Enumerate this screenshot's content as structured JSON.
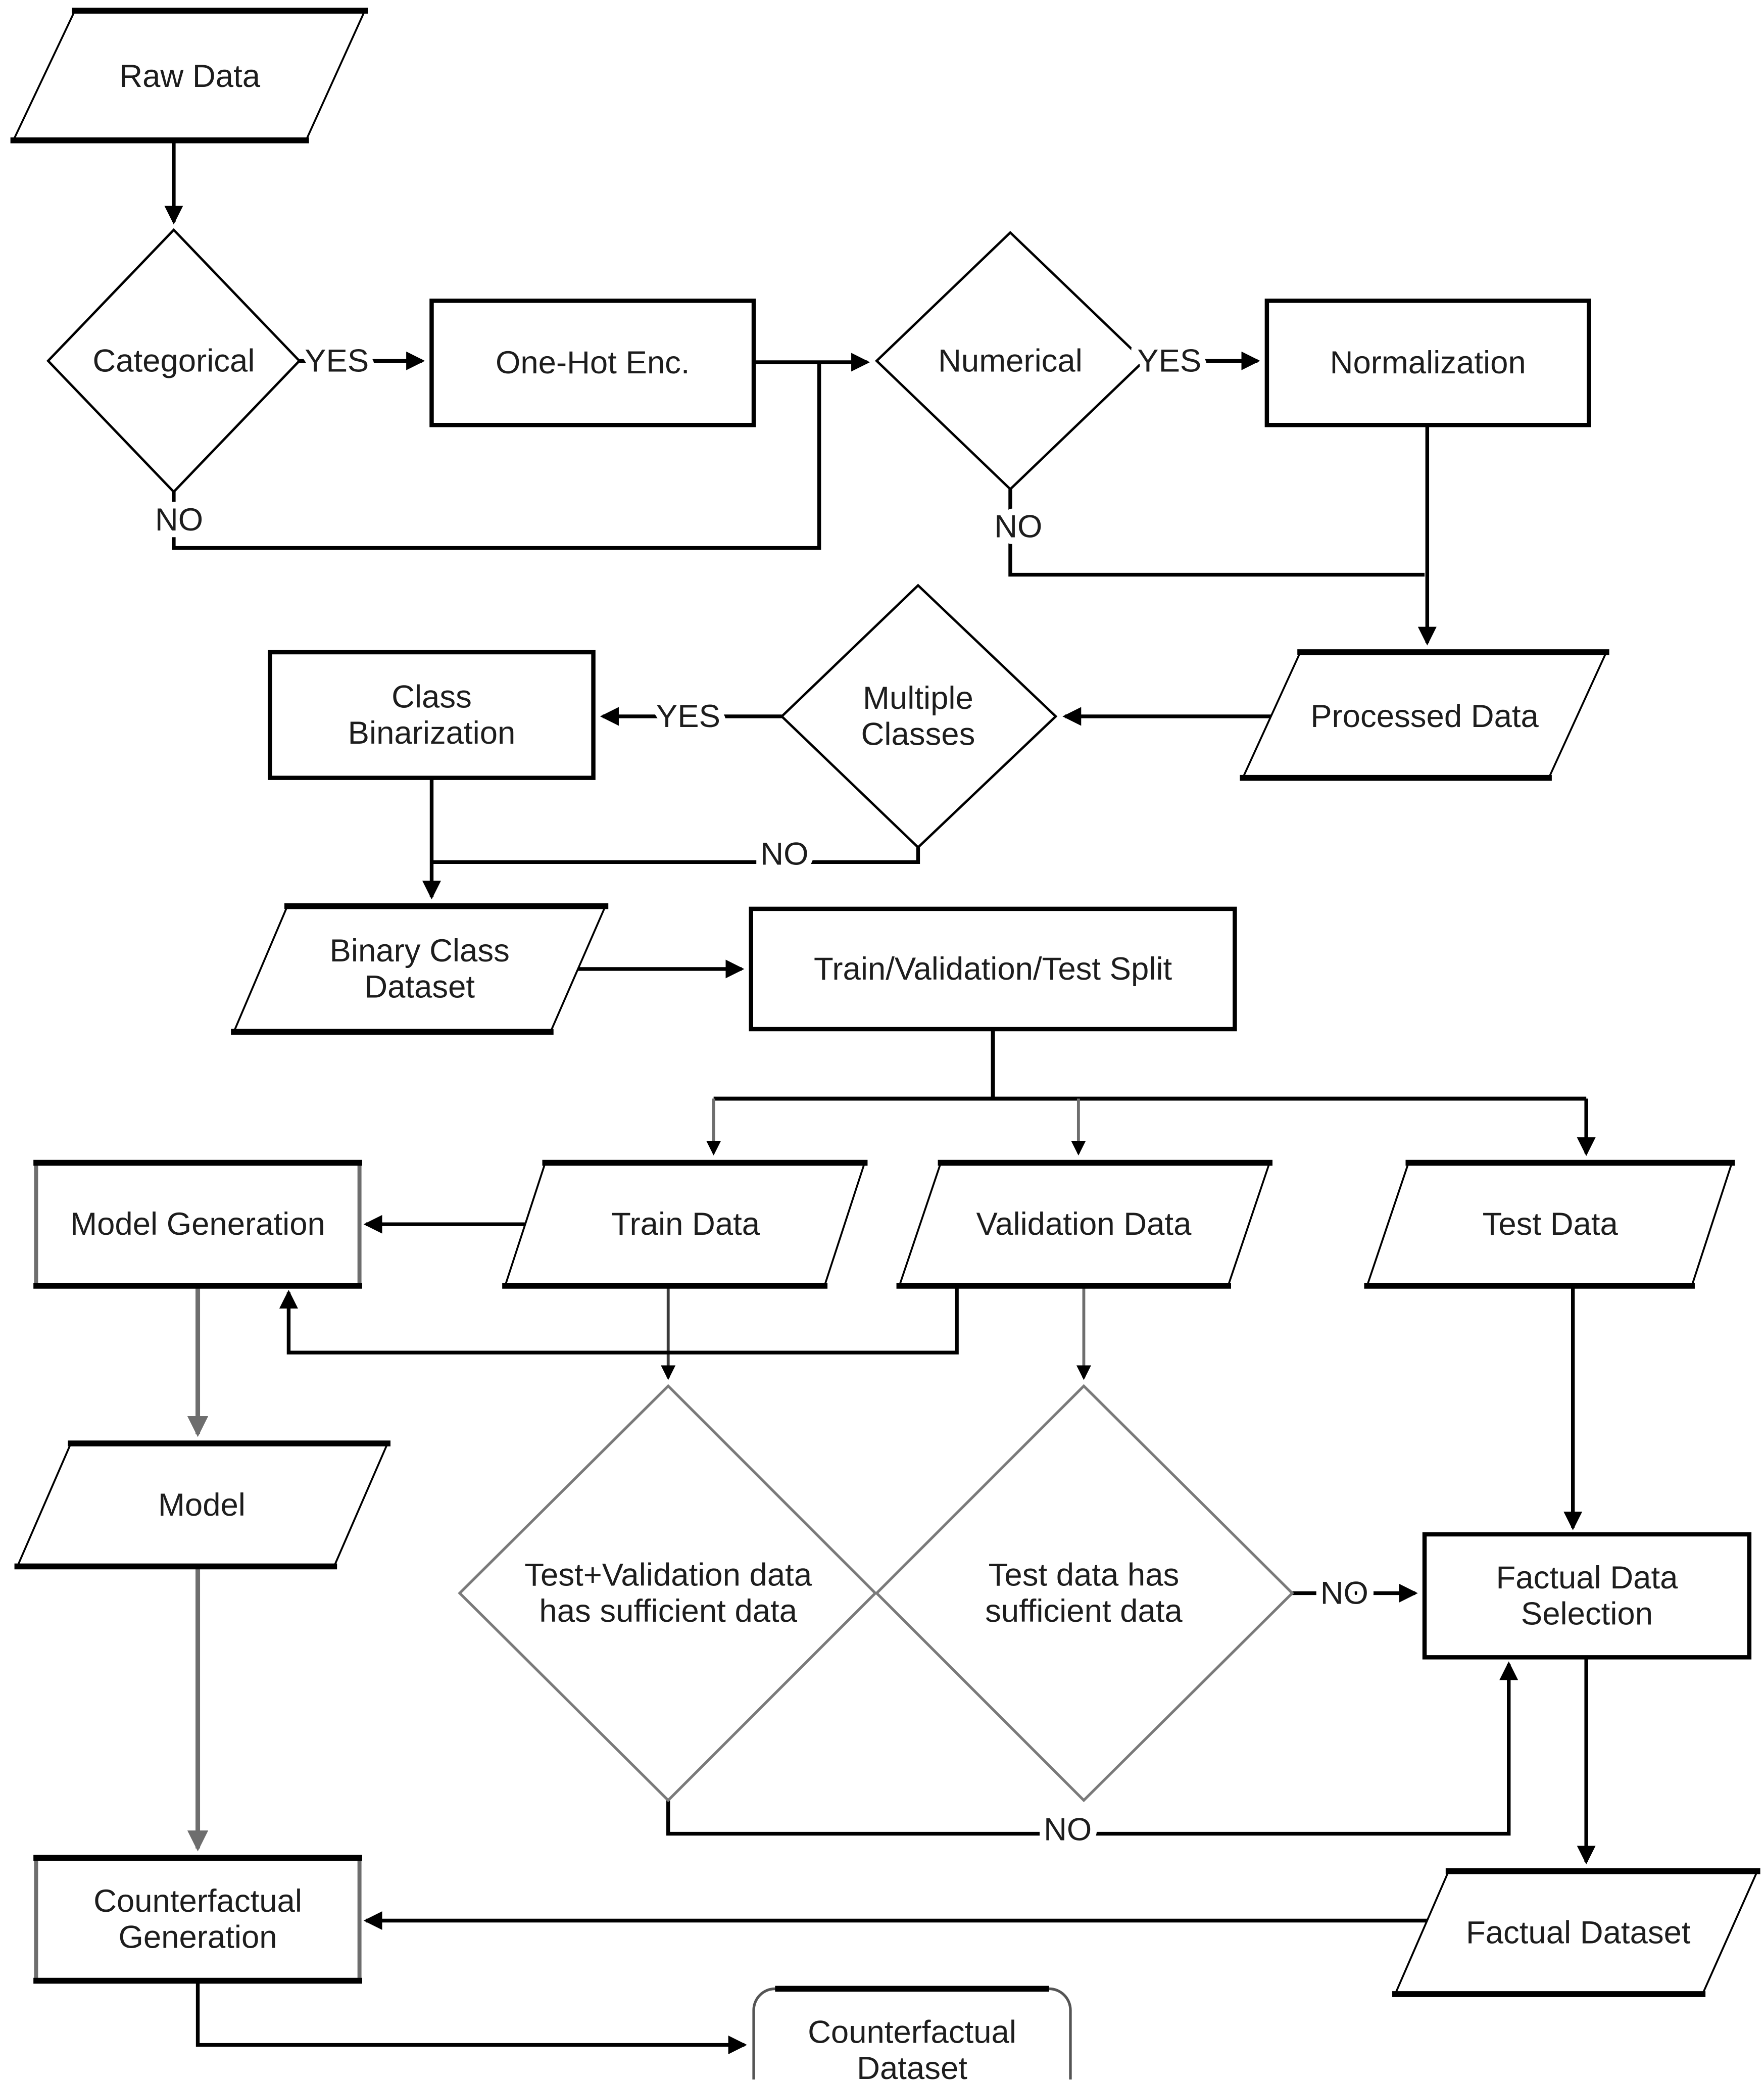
{
  "figure": {
    "background": "#ffffff",
    "line_color": "#000000",
    "muted_color": "#6e6e6e",
    "thin_dark_color": "#3a3a3a",
    "text_color": "#1d1d1d",
    "label_halo": "#ffffff"
  },
  "diagram": {
    "nodes": [
      {
        "id": "raw-data",
        "shape": "parallelogram",
        "lines": [
          "Raw Data"
        ]
      },
      {
        "id": "categorical",
        "shape": "diamond",
        "lines": [
          "Categorical"
        ]
      },
      {
        "id": "one-hot-enc",
        "shape": "rect",
        "lines": [
          "One-Hot Enc."
        ]
      },
      {
        "id": "numerical",
        "shape": "diamond",
        "lines": [
          "Numerical"
        ]
      },
      {
        "id": "normalization",
        "shape": "rect",
        "lines": [
          "Normalization"
        ]
      },
      {
        "id": "processed-data",
        "shape": "parallelogram",
        "lines": [
          "Processed Data"
        ]
      },
      {
        "id": "multiple-classes",
        "shape": "diamond",
        "lines": [
          "Multiple",
          "Classes"
        ]
      },
      {
        "id": "class-binarization",
        "shape": "rect",
        "lines": [
          "Class",
          "Binarization"
        ]
      },
      {
        "id": "binary-class-dataset",
        "shape": "parallelogram",
        "lines": [
          "Binary Class",
          "Dataset"
        ]
      },
      {
        "id": "train-validation-test-split",
        "shape": "rect",
        "lines": [
          "Train/Validation/Test Split"
        ]
      },
      {
        "id": "train-data",
        "shape": "parallelogram",
        "lines": [
          "Train Data"
        ]
      },
      {
        "id": "validation-data",
        "shape": "parallelogram",
        "lines": [
          "Validation Data"
        ]
      },
      {
        "id": "test-data",
        "shape": "parallelogram",
        "lines": [
          "Test Data"
        ]
      },
      {
        "id": "model-generation",
        "shape": "rect",
        "lines": [
          "Model Generation"
        ]
      },
      {
        "id": "model",
        "shape": "parallelogram",
        "lines": [
          "Model"
        ]
      },
      {
        "id": "test-validation-sufficient",
        "shape": "diamond",
        "lines": [
          "Test+Validation data",
          "has sufficient data"
        ]
      },
      {
        "id": "test-data-sufficient",
        "shape": "diamond",
        "lines": [
          "Test data has",
          "sufficient data"
        ]
      },
      {
        "id": "factual-data-selection",
        "shape": "rect",
        "lines": [
          "Factual Data",
          "Selection"
        ]
      },
      {
        "id": "factual-dataset",
        "shape": "parallelogram",
        "lines": [
          "Factual Dataset"
        ]
      },
      {
        "id": "counterfactual-generation",
        "shape": "rect",
        "lines": [
          "Counterfactual",
          "Generation"
        ]
      },
      {
        "id": "counterfactual-dataset",
        "shape": "rounded-rect",
        "lines": [
          "Counterfactual",
          "Dataset"
        ]
      }
    ],
    "edges": [
      {
        "id": "raw-data-to-categorical",
        "label": ""
      },
      {
        "id": "categorical-yes",
        "label": "YES"
      },
      {
        "id": "categorical-no",
        "label": "NO"
      },
      {
        "id": "one-hot-to-numerical",
        "label": ""
      },
      {
        "id": "numerical-yes",
        "label": "YES"
      },
      {
        "id": "numerical-no",
        "label": "NO"
      },
      {
        "id": "normalization-to-processed",
        "label": ""
      },
      {
        "id": "processed-to-multiple-classes",
        "label": ""
      },
      {
        "id": "multiple-classes-yes",
        "label": "YES"
      },
      {
        "id": "multiple-classes-no",
        "label": "NO"
      },
      {
        "id": "class-binarization-to-binary-dataset",
        "label": ""
      },
      {
        "id": "binary-dataset-to-split",
        "label": ""
      },
      {
        "id": "split-fanout",
        "label": ""
      },
      {
        "id": "fanout-to-train-data",
        "label": ""
      },
      {
        "id": "fanout-to-validation-data",
        "label": ""
      },
      {
        "id": "fanout-to-test-data",
        "label": ""
      },
      {
        "id": "train-data-to-model-generation",
        "label": ""
      },
      {
        "id": "train-data-to-tv-diamond",
        "label": ""
      },
      {
        "id": "validation-data-to-test-diamond",
        "label": ""
      },
      {
        "id": "validation-data-to-model-generation",
        "label": ""
      },
      {
        "id": "test-data-to-factual-selection",
        "label": ""
      },
      {
        "id": "test-diamond-no",
        "label": "NO"
      },
      {
        "id": "tv-diamond-no",
        "label": "NO"
      },
      {
        "id": "factual-selection-to-factual-dataset",
        "label": ""
      },
      {
        "id": "factual-dataset-to-counterfactual-generation",
        "label": ""
      },
      {
        "id": "model-generation-to-model",
        "label": ""
      },
      {
        "id": "model-to-counterfactual-generation",
        "label": ""
      },
      {
        "id": "counterfactual-generation-to-counterfactual-dataset",
        "label": ""
      }
    ]
  }
}
